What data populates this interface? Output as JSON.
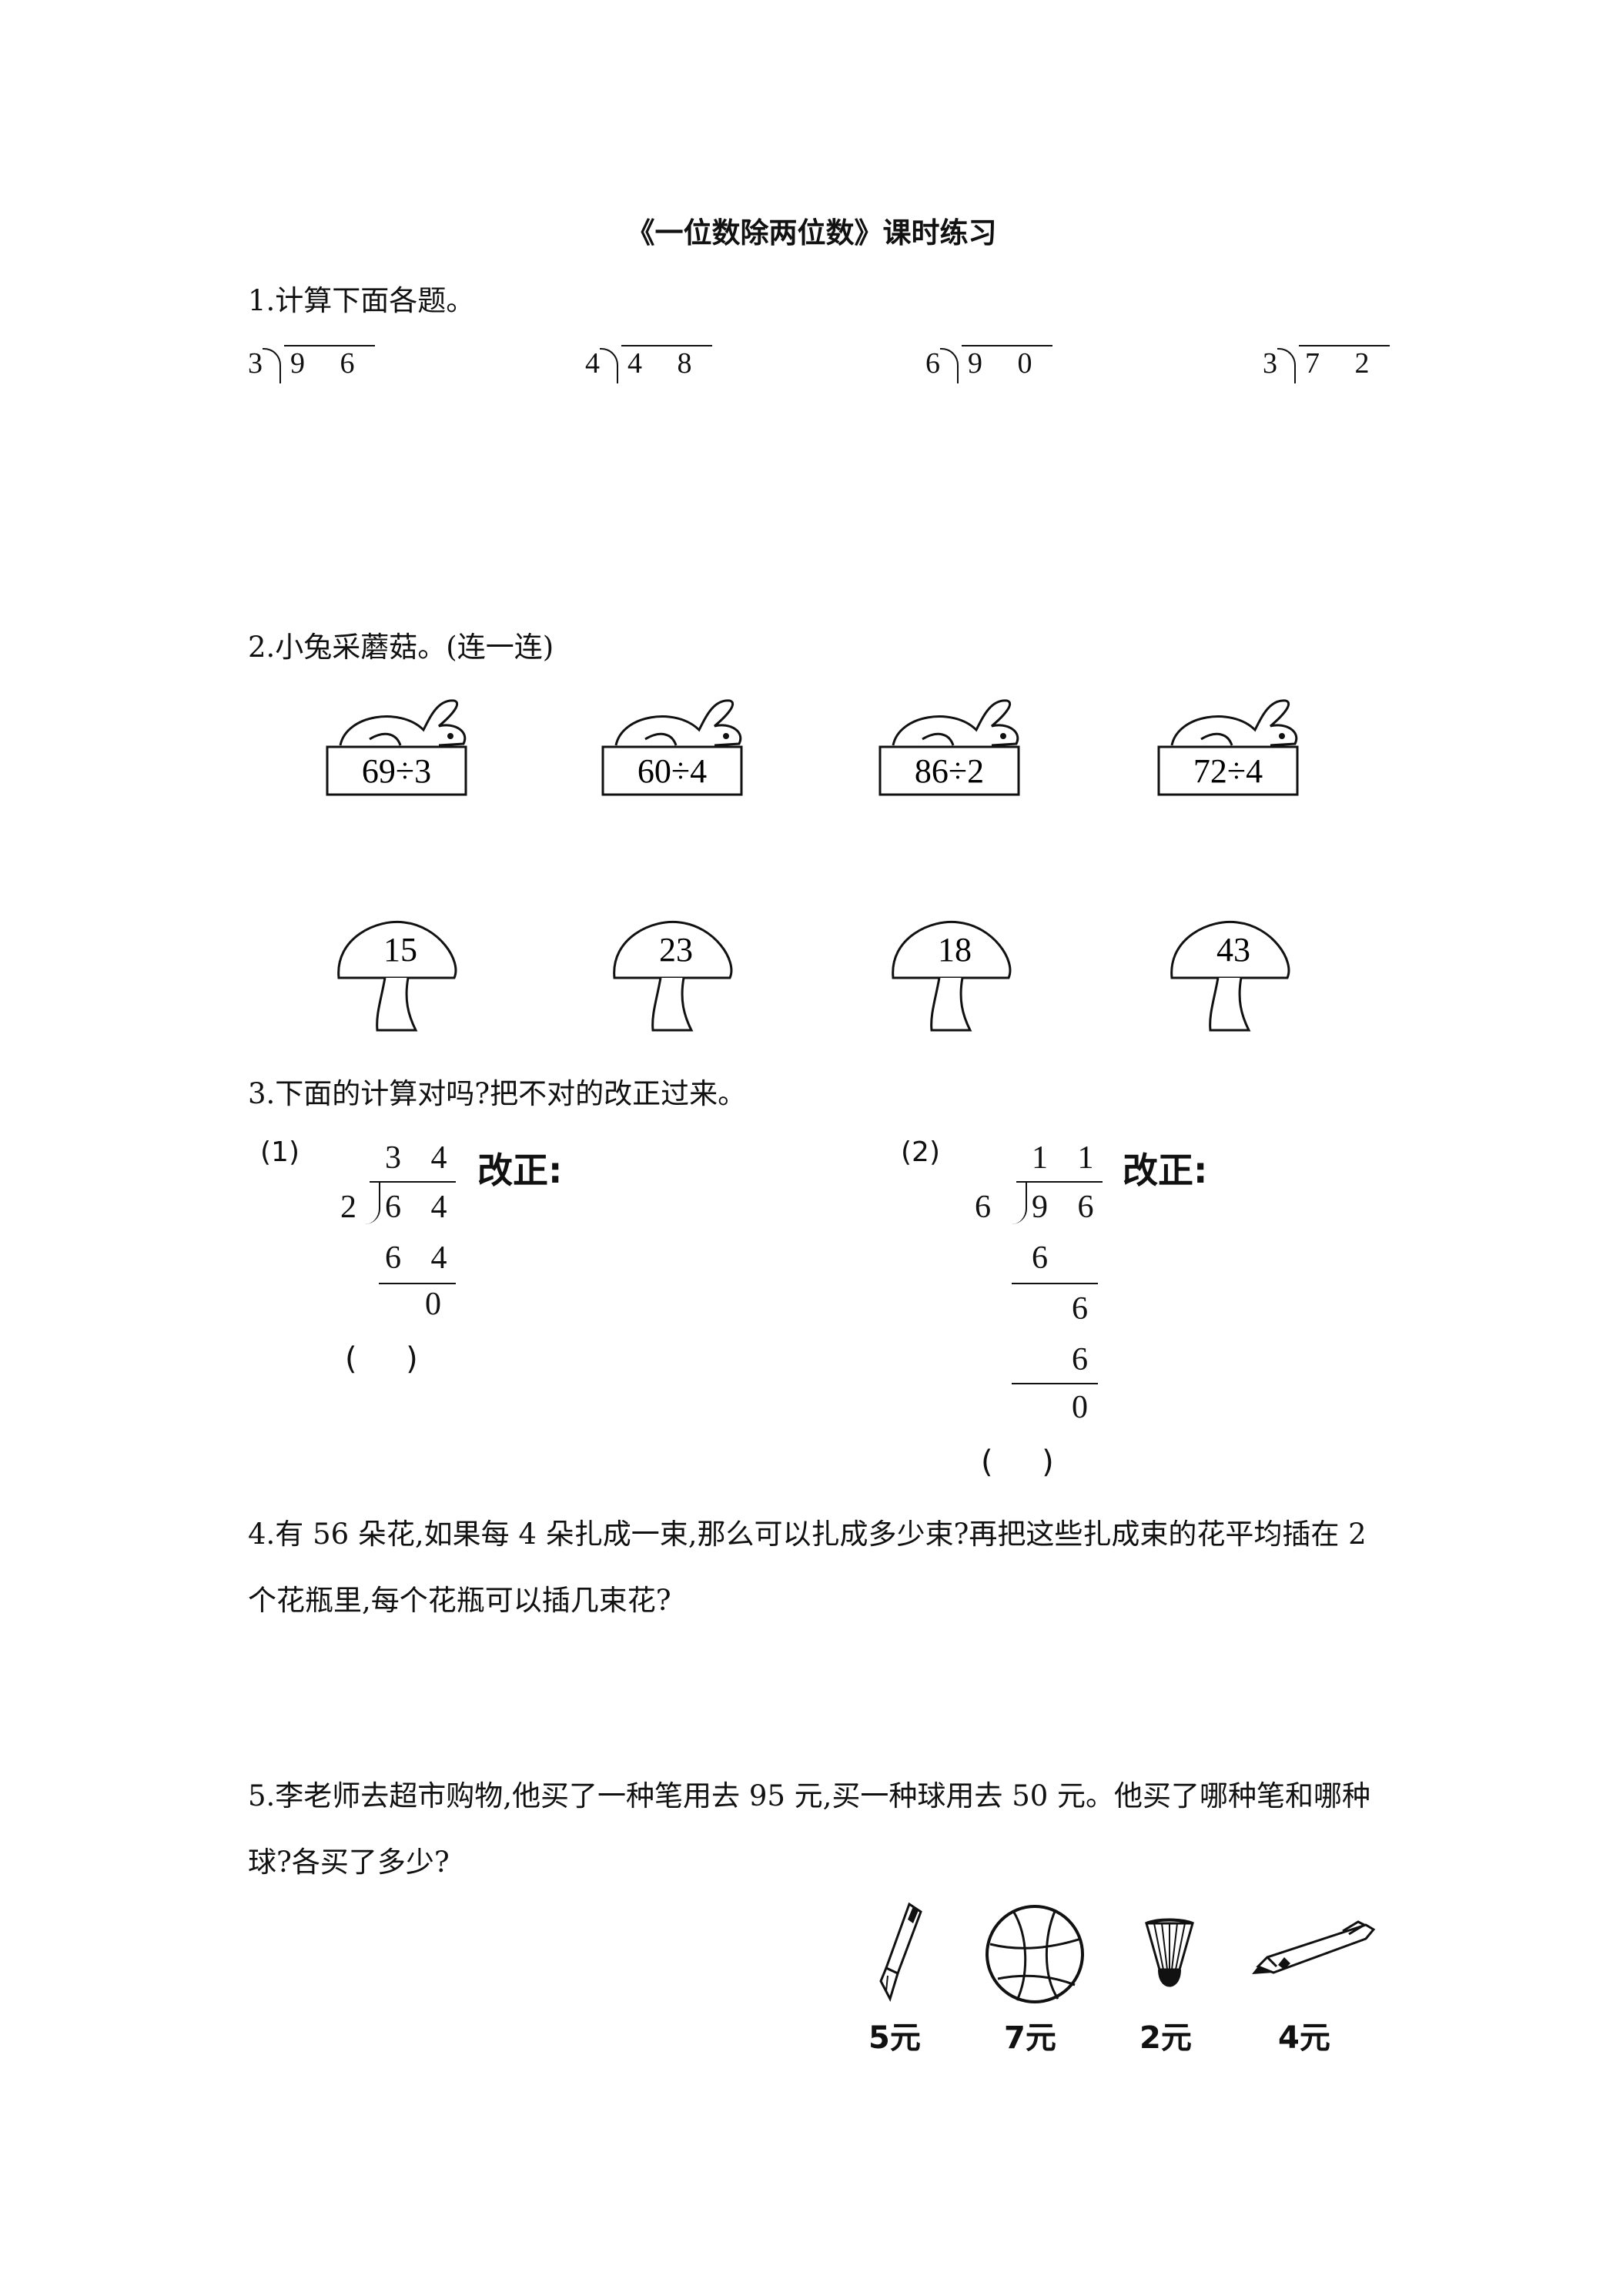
{
  "title": "《一位数除两位数》课时练习",
  "q1": {
    "prompt": "1.计算下面各题。",
    "problems": [
      {
        "divisor": "3",
        "dividend": "9 6"
      },
      {
        "divisor": "4",
        "dividend": "4 8"
      },
      {
        "divisor": "6",
        "dividend": "9 0"
      },
      {
        "divisor": "3",
        "dividend": "7 2"
      }
    ]
  },
  "q2": {
    "prompt": "2.小兔采蘑菇。(连一连)",
    "rabbits": [
      "69÷3",
      "60÷4",
      "86÷2",
      "72÷4"
    ],
    "mushrooms": [
      "15",
      "23",
      "18",
      "43"
    ]
  },
  "q3": {
    "prompt": "3.下面的计算对吗?把不对的改正过来。",
    "p1": {
      "label": "(1)",
      "quotient": "3 4",
      "divisor": "2",
      "dividend": "6 4",
      "sub": "6 4",
      "rem": "0",
      "correct": "改正:",
      "paren": "(     )"
    },
    "p2": {
      "label": "(2)",
      "quotient": "1 1",
      "divisor": "6",
      "dividend": "9 6",
      "sub1": "6",
      "rem1": "6",
      "sub2": "6",
      "rem2": "0",
      "correct": "改正:",
      "paren": "(     )"
    }
  },
  "q4": {
    "text": "4.有 56 朵花,如果每 4 朵扎成一束,那么可以扎成多少束?再把这些扎成束的花平均插在 2 个花瓶里,每个花瓶可以插几束花?"
  },
  "q5": {
    "text": "5.李老师去超市购物,他买了一种笔用去 95 元,买一种球用去 50 元。他买了哪种笔和哪种球?各买了多少?",
    "items": [
      {
        "icon": "fountain-pen-icon",
        "price": "5元"
      },
      {
        "icon": "basketball-icon",
        "price": "7元"
      },
      {
        "icon": "shuttlecock-icon",
        "price": "2元"
      },
      {
        "icon": "ballpoint-pen-icon",
        "price": "4元"
      }
    ]
  }
}
